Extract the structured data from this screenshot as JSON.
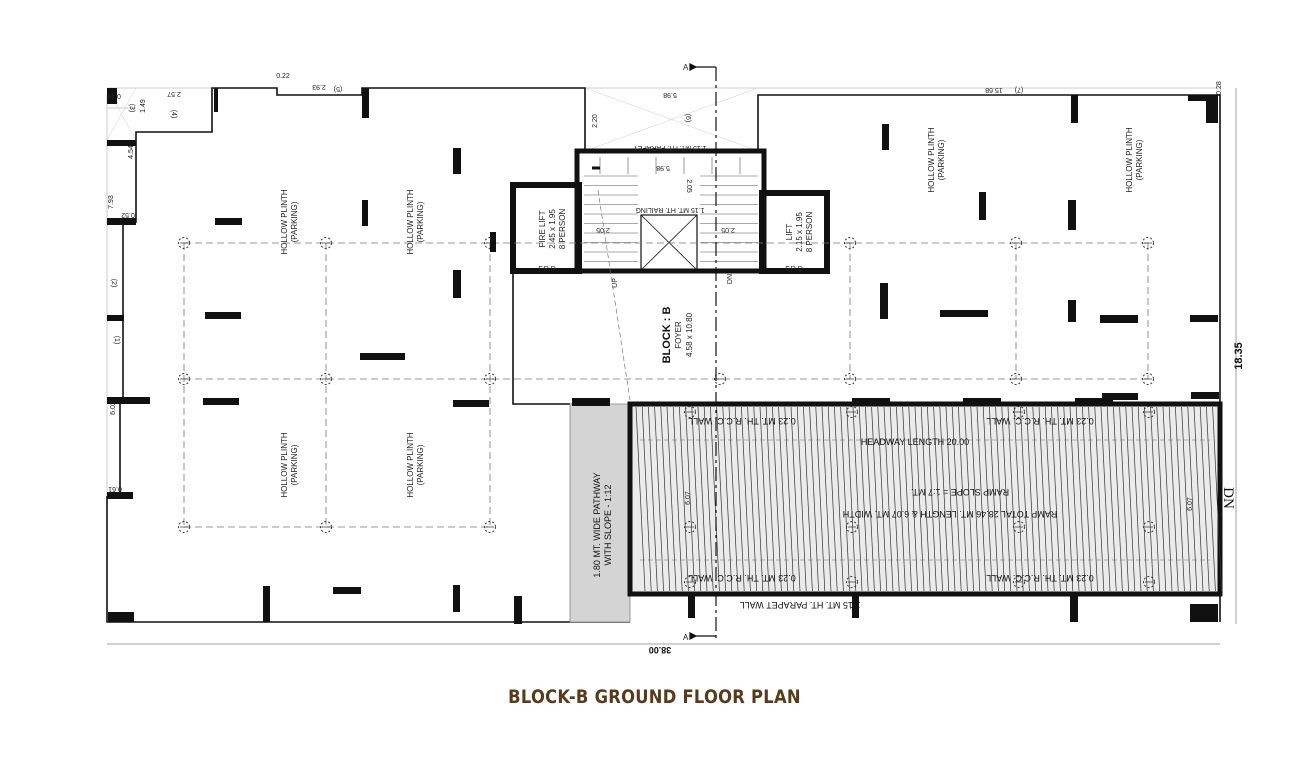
{
  "title": "BLOCK-B GROUND FLOOR PLAN",
  "block": {
    "name": "BLOCK : B",
    "foyer": "FOYER",
    "foyer_size": "4.58 x 10.80"
  },
  "fire_lift": {
    "title": "FIRE LIFT",
    "size": "2.45 x 1.95",
    "capacity": "8 PERSON",
    "frd": "F.R.D"
  },
  "lift": {
    "title": "LIFT",
    "size": "2.15 x 1.95",
    "capacity": "8 PERSON",
    "frd": "F.R.D"
  },
  "stair": {
    "parapet": "1.15 MT. HT. PARAPET",
    "railing": "1.15 MT. HT. RAILING",
    "width_left": "2.05",
    "width_right": "2.05",
    "flight": "2.05",
    "top_dim": "5.98",
    "up": "UP",
    "dn": "DN"
  },
  "parking": {
    "line1": "HOLLOW PLINTH",
    "line2": "(PARKING)"
  },
  "pathway": {
    "line1": "1.80 MT. WIDE PATHWAY",
    "line2": "WITH SLOPE - 1:12"
  },
  "ramp": {
    "wall_note": "0.23 MT. TH. R.C.C. WALL",
    "headway": "HEADWAY LENGTH 20.00",
    "slope": "RAMP SLOPE = 1:7 MT.",
    "total": "RAMP TOTAL 28.46 MT. LENGTH & 6.07 MT. WIDTH",
    "width_dim": "6.07",
    "parapet": "1.15 MT. HT. PARAPET WALL",
    "dn": "DN"
  },
  "dimensions": {
    "overall_width": "38.00",
    "overall_depth": "18.35",
    "top": [
      "0.49",
      "2.57",
      "0.22",
      "2.93",
      "2.20",
      "5.98",
      "15.68",
      "0.28"
    ],
    "markers": [
      "(3)",
      "(4)",
      "(5)",
      "(6)",
      "(7)",
      "(2)",
      "(1)"
    ],
    "left": [
      "1.49",
      "4.54",
      "7.93",
      "0.52",
      "6.02",
      "0.61"
    ]
  },
  "section_mark": "A"
}
